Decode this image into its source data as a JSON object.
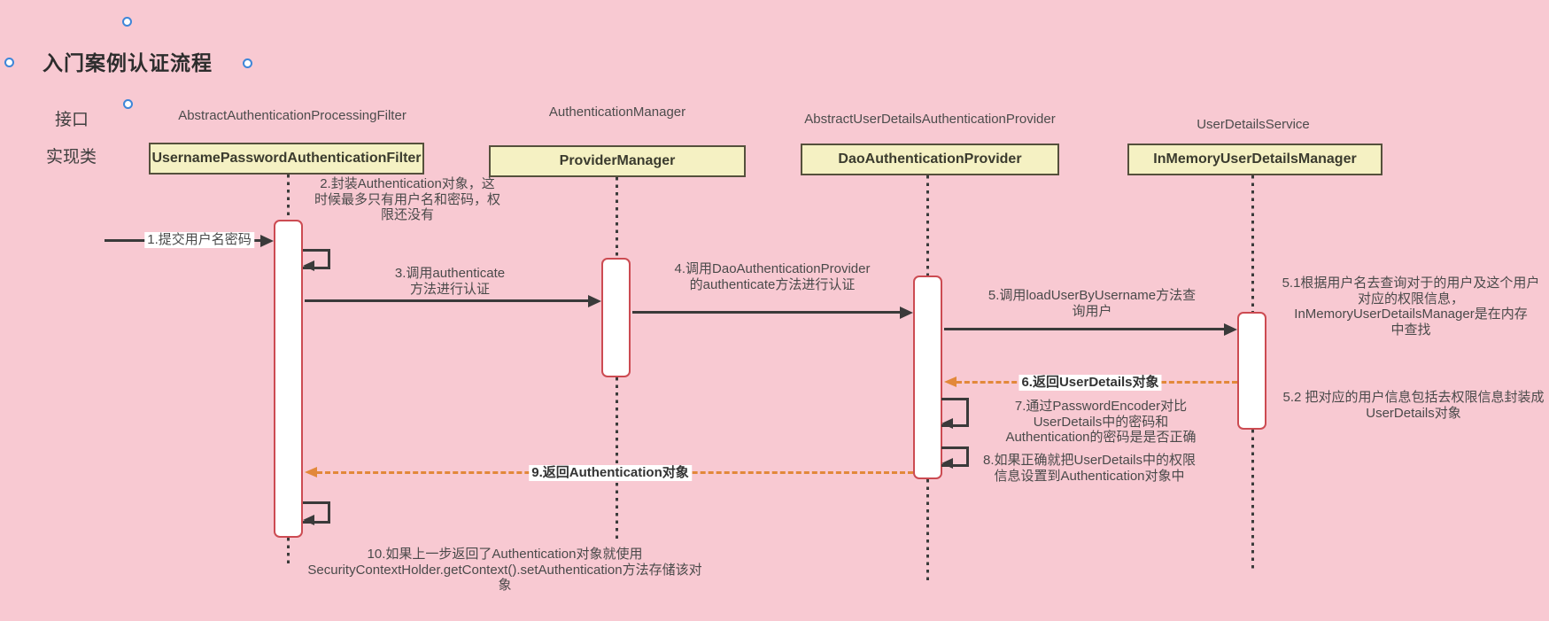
{
  "title": "入门案例认证流程",
  "row_labels": {
    "interface": "接口",
    "implementation": "实现类"
  },
  "colors": {
    "background": "#f8c9d2",
    "class_box_fill": "#f5f1c3",
    "class_box_border": "#55503c",
    "activation_border": "#cc4b52",
    "call_arrow": "#3a3a3a",
    "return_arrow": "#e2883a",
    "label_text": "#4a4a4a",
    "handle_ring": "#3e86d8"
  },
  "lifelines": [
    {
      "interface": "AbstractAuthenticationProcessingFilter",
      "implementation": "UsernamePasswordAuthenticationFilter"
    },
    {
      "interface": "AuthenticationManager",
      "implementation": "ProviderManager"
    },
    {
      "interface": "AbstractUserDetailsAuthenticationProvider",
      "implementation": "DaoAuthenticationProvider"
    },
    {
      "interface": "UserDetailsService",
      "implementation": "InMemoryUserDetailsManager"
    }
  ],
  "messages": {
    "m1": "1.提交用户名密码",
    "m2": [
      "2.封装Authentication对象，这",
      "时候最多只有用户名和密码，权",
      "限还没有"
    ],
    "m3": [
      "3.调用authenticate",
      "方法进行认证"
    ],
    "m4": [
      "4.调用DaoAuthenticationProvider",
      "的authenticate方法进行认证"
    ],
    "m5": [
      "5.调用loadUserByUsername方法查",
      "询用户"
    ],
    "m5_1": [
      "5.1根据用户名去查询对于的用户及这个用户",
      "对应的权限信息，",
      "InMemoryUserDetailsManager是在内存",
      "中查找"
    ],
    "m5_2": [
      "5.2 把对应的用户信息包括去权限信息封装成",
      "UserDetails对象"
    ],
    "m6": "6.返回UserDetails对象",
    "m7": [
      "7.通过PasswordEncoder对比",
      "UserDetails中的密码和",
      "Authentication的密码是是否正确"
    ],
    "m8": [
      "8.如果正确就把UserDetails中的权限",
      "信息设置到Authentication对象中"
    ],
    "m9": "9.返回Authentication对象",
    "m10": [
      "10.如果上一步返回了Authentication对象就使用",
      "SecurityContextHolder.getContext().setAuthentication方法存储该对",
      "象"
    ]
  }
}
